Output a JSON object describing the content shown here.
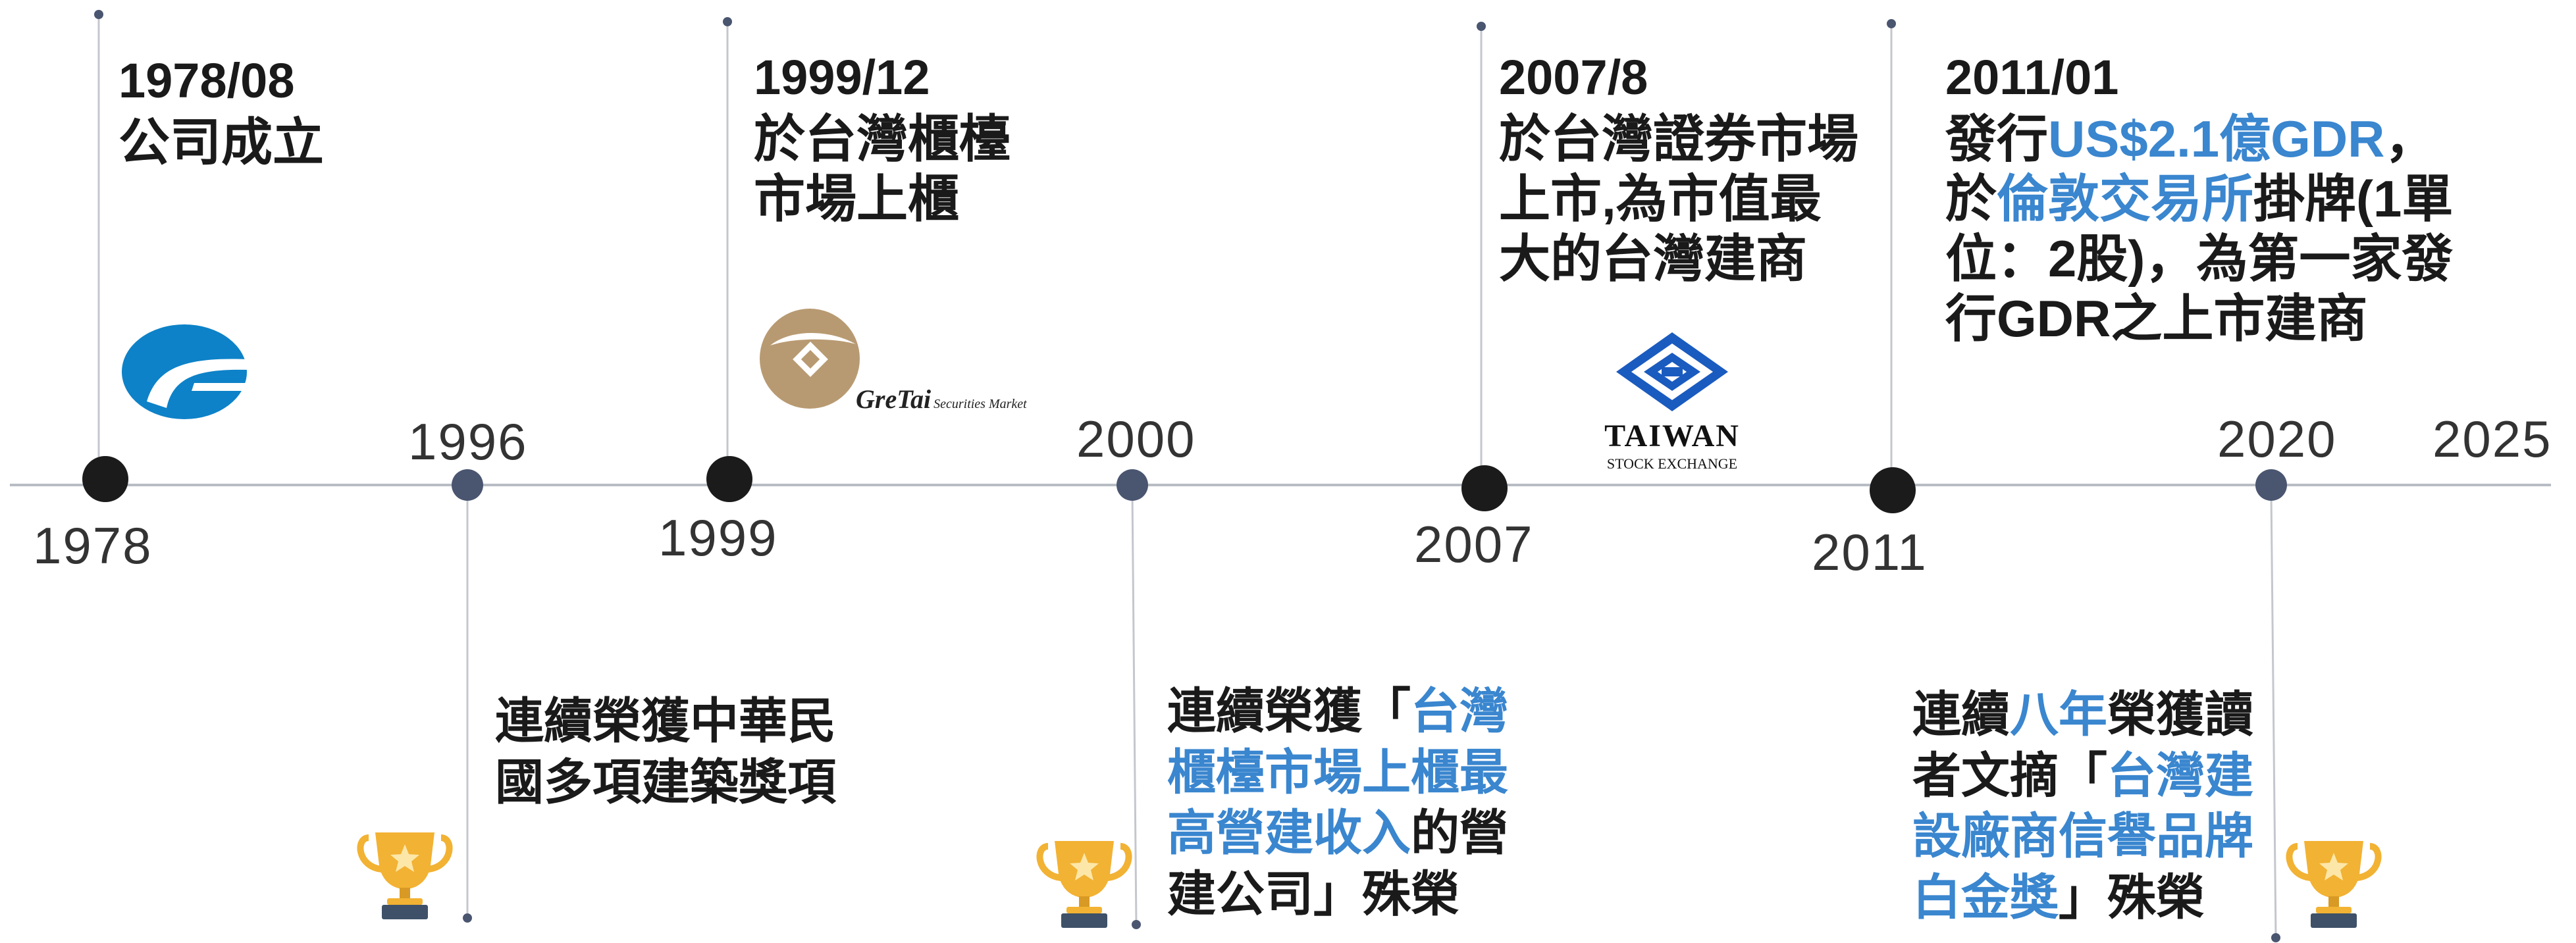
{
  "colors": {
    "accent_blue": "#3a86cf",
    "line": "#b8bcc4",
    "milestone_dot": "#1b1b1b",
    "minor_dot": "#4a5570",
    "trophy_gold": "#f2b233"
  },
  "axis_years": {
    "y1978": "1978",
    "y1996": "1996",
    "y1999": "1999",
    "y2000": "2000",
    "y2007": "2007",
    "y2011": "2011",
    "y2020": "2020",
    "y2025": "2025"
  },
  "milestones": {
    "m1978": {
      "date": "1978/08",
      "text": [
        "公司成立"
      ]
    },
    "m1999": {
      "date": "1999/12",
      "text": [
        "於台灣櫃檯",
        "市場上櫃"
      ]
    },
    "m2007": {
      "date": "2007/8",
      "text": [
        "於台灣證券市場",
        "上市,為市值最",
        "大的台灣建商"
      ]
    },
    "m2011": {
      "date": "2011/01",
      "l1a": "發行",
      "l1b": "US$2.1億GDR",
      "l1c": "，",
      "l2a": "於",
      "l2b": "倫敦交易所",
      "l2c": "掛牌(1單",
      "l3": "位：2股)，為第一家發",
      "l4": "行GDR之上市建商"
    }
  },
  "awards": {
    "a1996": {
      "l1": "連續榮獲中華民",
      "l2": "國多項建築獎項"
    },
    "a2000": {
      "l1a": "連續榮獲「",
      "l1b": "台灣",
      "l2": "櫃檯市場上櫃最",
      "l3a": "高營建收入",
      "l3b": "的營",
      "l4": "建公司」殊榮"
    },
    "a2020": {
      "l1a": "連續",
      "l1b": "八年",
      "l1c": "榮獲讀",
      "l2a": "者文摘「",
      "l2b": "台灣建",
      "l3": "設廠商信譽品牌",
      "l4a": "白金獎",
      "l4b": "」殊榮"
    }
  },
  "logos": {
    "gretai": {
      "name": "GreTai",
      "sub": "Securities Market"
    },
    "twse": {
      "name": "TAIWAN",
      "sub": "STOCK EXCHANGE"
    }
  }
}
